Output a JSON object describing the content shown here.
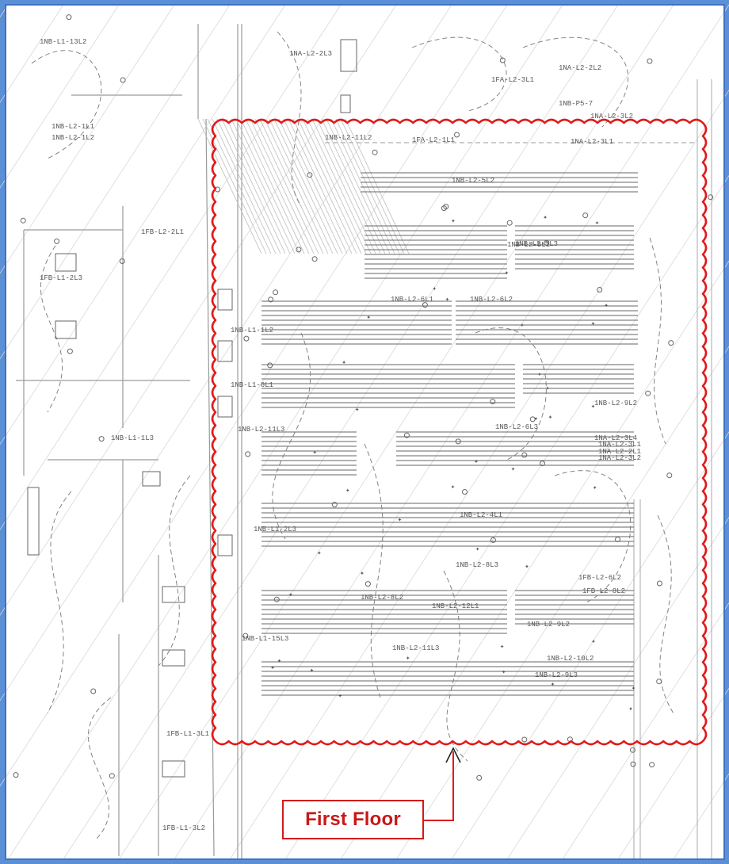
{
  "callout": {
    "text": "First Floor"
  },
  "colors": {
    "frame": "#5b8fd6",
    "highlight": "#e01b1b",
    "callout_text": "#c81818",
    "paper": "#ffffff",
    "linework": "#8a8a8a"
  },
  "circuit_labels": [
    "1NB-L1-13L2",
    "1NA-L2-2L3",
    "1NA-L2-2L2",
    "1FA-L2-3L1",
    "1NB-P5-7",
    "1NA-L2-3L2",
    "1NB-L2-1L1",
    "1NB-L2-1L2",
    "1NB-L2-11L2",
    "1FA-L2-1L1",
    "1NA-L2-3L1",
    "1NB-L2-5L2",
    "1NB-L2-5L1",
    "1FB-L2-2L1",
    "1FB-L1-2L3",
    "1NB-L2-5L3",
    "1NB-L2-6L1",
    "1NB-L2-6L2",
    "1NB-L1-1L2",
    "1NB-L1-6L1",
    "1NB-L2-9L2",
    "1NB-L2-11L3",
    "1NB-L2-6L3",
    "1NB-L1-1L3",
    "1NB-L2-4L1",
    "1NB-L2-8L3",
    "1NB-L2-8L2",
    "1NB-L2-12L1",
    "1FB-L2-8L2",
    "1NB-L2-9L2",
    "1NB-L2-11L3",
    "1NB-L2-10L2",
    "1NB-L2-9L3",
    "1NB-L1-2L3",
    "1FB-L1-3L2",
    "1FB-L2-6L2",
    "1NB-L1-15L3",
    "1FB-L1-3L1",
    "1NA-L2-3L1",
    "1NA-L2-2L1",
    "1NA-L2-3L2",
    "1NA-L2-3L4"
  ]
}
